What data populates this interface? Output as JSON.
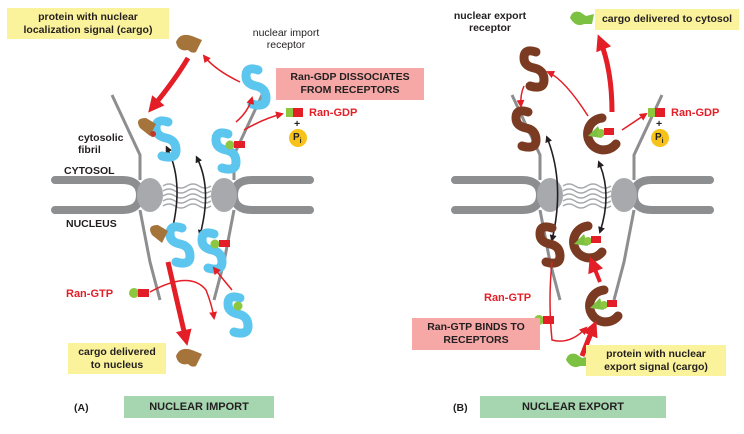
{
  "import": {
    "panel_letter": "(A)",
    "title": "NUCLEAR IMPORT",
    "cargo_box": [
      "protein with nuclear",
      "localization signal (cargo)"
    ],
    "receptor_label": [
      "nuclear import",
      "receptor"
    ],
    "dissociate_box": [
      "Ran-GDP DISSOCIATES",
      "FROM RECEPTORS"
    ],
    "ran_gdp": "Ran-GDP",
    "plus": "+",
    "pi": "P",
    "pi_sub": "i",
    "fibril_label": [
      "cytosolic",
      "fibril"
    ],
    "cytosol": "CYTOSOL",
    "nucleus": "NUCLEUS",
    "ran_gtp": "Ran-GTP",
    "delivered_box": [
      "cargo delivered",
      "to nucleus"
    ]
  },
  "export": {
    "panel_letter": "(B)",
    "title": "NUCLEAR EXPORT",
    "receptor_label": [
      "nuclear export",
      "receptor"
    ],
    "delivered_box": "cargo delivered to cytosol",
    "ran_gdp": "Ran-GDP",
    "plus": "+",
    "pi": "P",
    "pi_sub": "i",
    "ran_gtp": "Ran-GTP",
    "binds_box": [
      "Ran-GTP BINDS TO",
      "RECEPTORS"
    ],
    "cargo_box": [
      "protein with nuclear",
      "export signal (cargo)"
    ]
  },
  "colors": {
    "import_receptor": "#5cc6ee",
    "export_receptor": "#7b3b22",
    "import_cargo": "#a5743a",
    "export_cargo": "#7cc142",
    "ran": "#e41e26",
    "gtp_ball": "#8dc63f",
    "membrane": "#8c8e90",
    "arrow": "#e41e26",
    "yellow_box": "#fbf39b",
    "pink_box": "#f5a8a6",
    "green_box": "#a5d6b0"
  }
}
